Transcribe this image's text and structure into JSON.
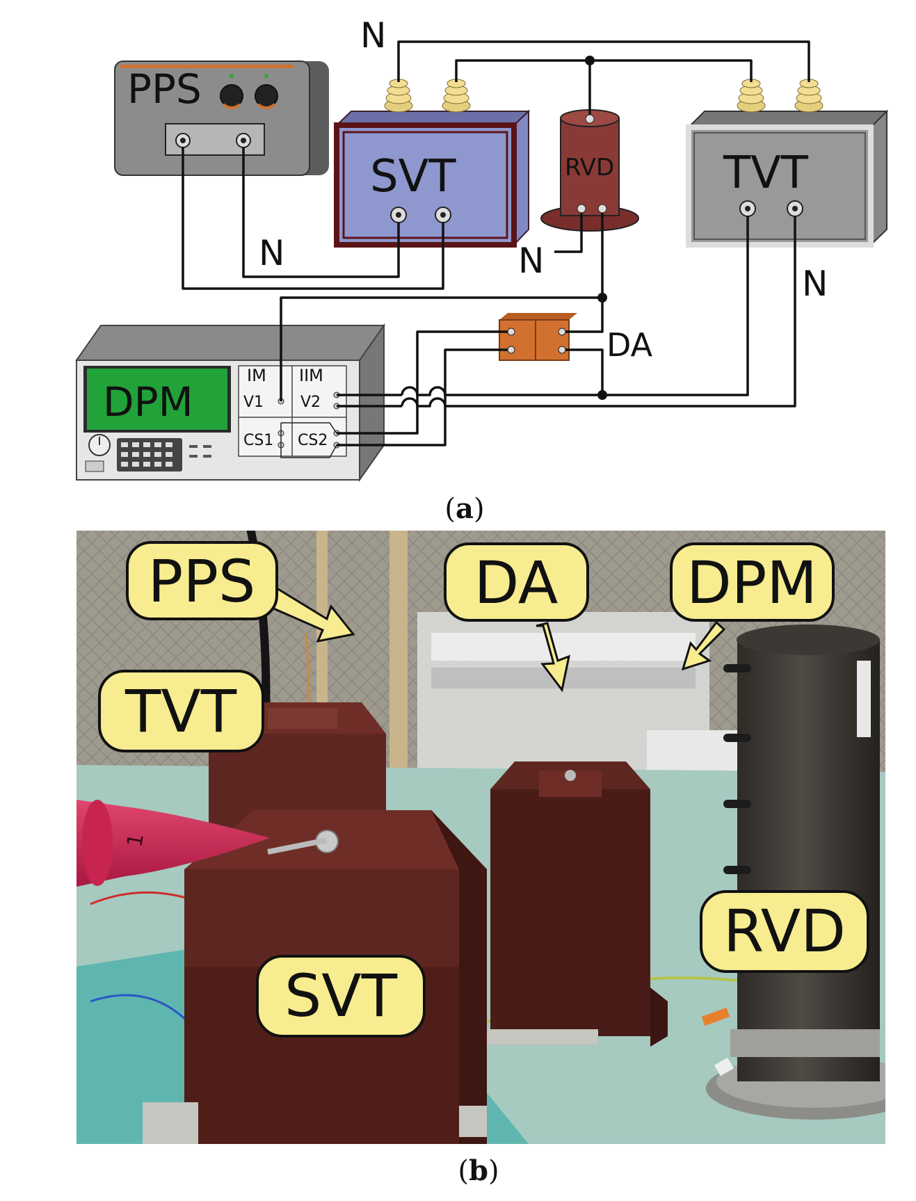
{
  "figure": {
    "panel_a": {
      "caption_label": "a",
      "device_labels": {
        "pps": "PPS",
        "svt": "SVT",
        "rvd": "RVD",
        "tvt": "TVT",
        "dpm": "DPM",
        "da": "DA"
      },
      "neutral_label": "N",
      "dpm_panel": {
        "im": "IM",
        "iim": "IIM",
        "v1": "V1",
        "v2": "V2",
        "cs1": "CS1",
        "cs2": "CS2"
      }
    },
    "panel_b": {
      "caption_label": "b",
      "callouts": {
        "pps": "PPS",
        "da": "DA",
        "dpm": "DPM",
        "tvt": "TVT",
        "rvd": "RVD",
        "svt": "SVT"
      },
      "probe_marking": "1"
    }
  },
  "colors": {
    "svt_body": "#8f97cf",
    "svt_frame": "#5a1418",
    "rvd_body": "#8a3a36",
    "tvt_body": "#9a9898",
    "pps_body": "#8c8c8c",
    "dpm_screen": "#21a33a",
    "da_body": "#d2712f",
    "bushing": "#f2dd93",
    "callout_fill": "#f7ec8f",
    "photo_transformer": "#5e2620"
  }
}
